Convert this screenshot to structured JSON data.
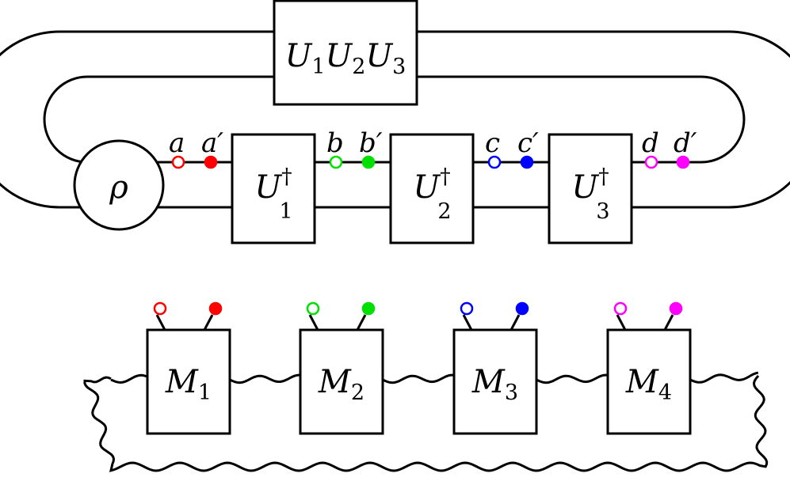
{
  "top_circuit": {
    "product_box": {
      "parts": [
        {
          "base": "U",
          "sub": "1"
        },
        {
          "base": "U",
          "sub": "2"
        },
        {
          "base": "U",
          "sub": "3"
        }
      ]
    },
    "state": {
      "label": "ρ"
    },
    "unitaries": [
      {
        "base": "U",
        "sub": "1",
        "sup": "†"
      },
      {
        "base": "U",
        "sub": "2",
        "sup": "†"
      },
      {
        "base": "U",
        "sub": "3",
        "sup": "†"
      }
    ],
    "legs": [
      {
        "label": "a",
        "prime": false,
        "filled": false,
        "color": "#ff0000"
      },
      {
        "label": "a",
        "prime": true,
        "filled": true,
        "color": "#ff0000"
      },
      {
        "label": "b",
        "prime": false,
        "filled": false,
        "color": "#00e000"
      },
      {
        "label": "b",
        "prime": true,
        "filled": true,
        "color": "#00e000"
      },
      {
        "label": "c",
        "prime": false,
        "filled": false,
        "color": "#0000ff"
      },
      {
        "label": "c",
        "prime": true,
        "filled": true,
        "color": "#0000ff"
      },
      {
        "label": "d",
        "prime": false,
        "filled": false,
        "color": "#ff00ff"
      },
      {
        "label": "d",
        "prime": true,
        "filled": true,
        "color": "#ff00ff"
      }
    ],
    "prime_mark": "′"
  },
  "bottom_chain": {
    "tensors": [
      {
        "base": "M",
        "sub": "1",
        "color": "#ff0000"
      },
      {
        "base": "M",
        "sub": "2",
        "color": "#00e000"
      },
      {
        "base": "M",
        "sub": "3",
        "color": "#0000ff"
      },
      {
        "base": "M",
        "sub": "4",
        "color": "#ff00ff"
      }
    ]
  }
}
